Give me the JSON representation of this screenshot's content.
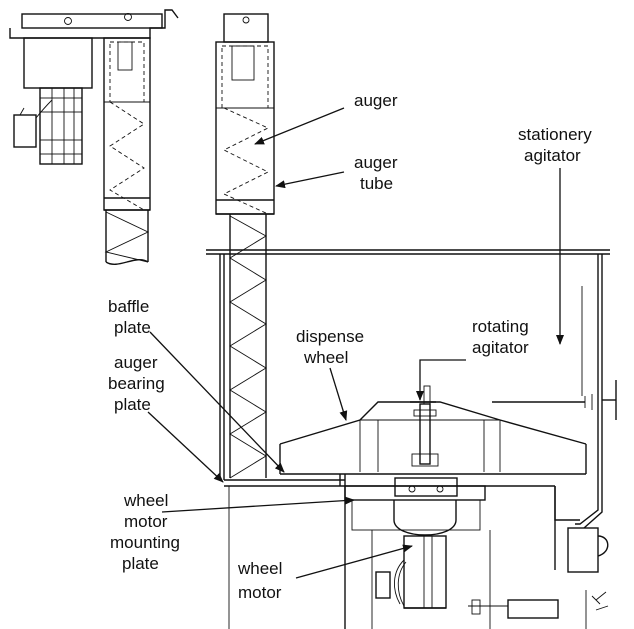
{
  "labels": {
    "auger": "auger",
    "auger_tube_1": "auger",
    "auger_tube_2": "tube",
    "stationery_agitator_1": "stationery",
    "stationery_agitator_2": "agitator",
    "baffle_plate_1": "baffle",
    "baffle_plate_2": "plate",
    "dispense_wheel_1": "dispense",
    "dispense_wheel_2": "wheel",
    "rotating_agitator_1": "rotating",
    "rotating_agitator_2": "agitator",
    "auger_bearing_plate_1": "auger",
    "auger_bearing_plate_2": "bearing",
    "auger_bearing_plate_3": "plate",
    "wheel_motor_mounting_plate_1": "wheel",
    "wheel_motor_mounting_plate_2": "motor",
    "wheel_motor_mounting_plate_3": "mounting",
    "wheel_motor_mounting_plate_4": "plate",
    "wheel_motor_1": "wheel",
    "wheel_motor_2": "motor"
  }
}
